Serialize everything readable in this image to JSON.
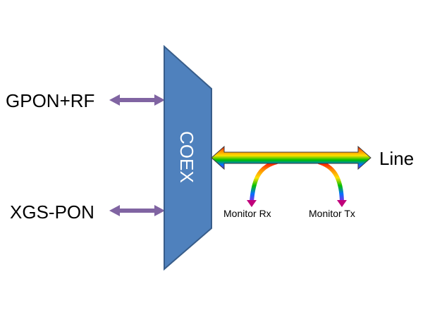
{
  "diagram": {
    "inputs": [
      {
        "label": "GPON+RF"
      },
      {
        "label": "XGS-PON"
      }
    ],
    "coex": {
      "label": "COEX",
      "color": "#4F81BD",
      "border": "#385D8A"
    },
    "line": {
      "label": "Line"
    },
    "monitors": [
      {
        "label": "Monitor Rx"
      },
      {
        "label": "Monitor Tx"
      }
    ],
    "colors": {
      "input_arrow": "#8064A2",
      "monitor_tip": "#C0007A",
      "rainbow": [
        "#FF0000",
        "#FF8C00",
        "#FFE000",
        "#00C000",
        "#0070FF",
        "#8A2BE2"
      ]
    }
  }
}
